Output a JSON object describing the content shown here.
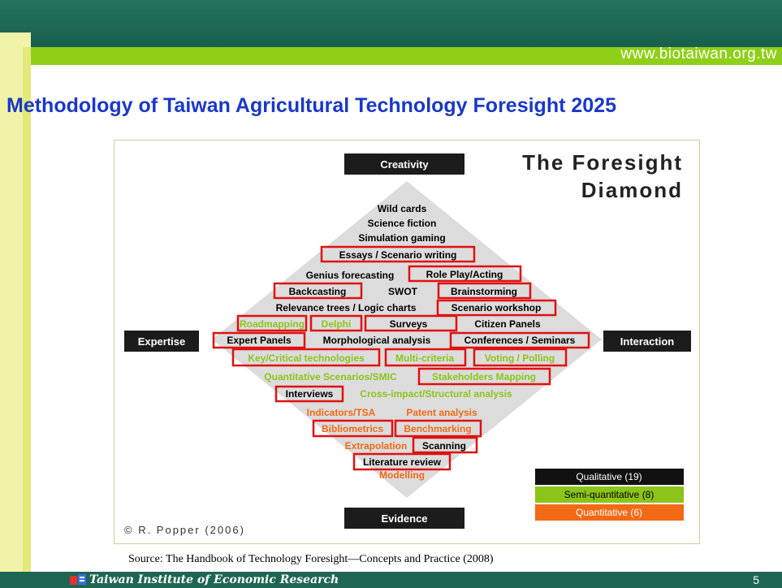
{
  "header": {
    "url": "www.biotaiwan.org.tw"
  },
  "slide": {
    "title": "Methodology of Taiwan Agricultural Technology Foresight 2025"
  },
  "figure": {
    "title_line1": "The Foresight",
    "title_line2": "Diamond",
    "corners": {
      "top": "Creativity",
      "left": "Expertise",
      "right": "Interaction",
      "bottom": "Evidence"
    },
    "copyright": "© R. Popper (2006)",
    "legend": [
      {
        "label": "Qualitative (19)",
        "color": "#111111"
      },
      {
        "label": "Semi-quantitative (8)",
        "color": "#8cc41a"
      },
      {
        "label": "Quantitative (6)",
        "color": "#f26a16"
      }
    ],
    "colors": {
      "qual": "#000000",
      "semi": "#8cc41a",
      "quant": "#f26a16",
      "box": "#e01010"
    },
    "methods": {
      "wild_cards": "Wild cards",
      "science_fiction": "Science fiction",
      "simulation_gaming": "Simulation gaming",
      "essays": "Essays / Scenario writing",
      "genius": "Genius forecasting",
      "roleplay": "Role Play/Acting",
      "backcasting": "Backcasting",
      "swot": "SWOT",
      "brainstorming": "Brainstorming",
      "relevance": "Relevance trees / Logic charts",
      "scenario_workshop": "Scenario workshop",
      "roadmapping": "Roadmapping",
      "delphi": "Delphi",
      "surveys": "Surveys",
      "citizen": "Citizen Panels",
      "expert_panels": "Expert Panels",
      "morphological": "Morphological analysis",
      "conferences": "Conferences / Seminars",
      "key_critical": "Key/Critical technologies",
      "multi_criteria": "Multi-criteria",
      "voting": "Voting / Polling",
      "quant_scenarios": "Quantitative Scenarios/SMIC",
      "stakeholders": "Stakeholders Mapping",
      "interviews": "Interviews",
      "cross_impact": "Cross-impact/Structural analysis",
      "indicators": "Indicators/TSA",
      "patent": "Patent analysis",
      "bibliometrics": "Bibliometrics",
      "benchmarking": "Benchmarking",
      "extrapolation": "Extrapolation",
      "scanning": "Scanning",
      "literature": "Literature review",
      "modelling": "Modelling"
    }
  },
  "source": "Source: The Handbook of Technology Foresight—Concepts and Practice (2008)",
  "footer": {
    "brand": "Taiwan Institute of Economic Research",
    "page": "5"
  }
}
